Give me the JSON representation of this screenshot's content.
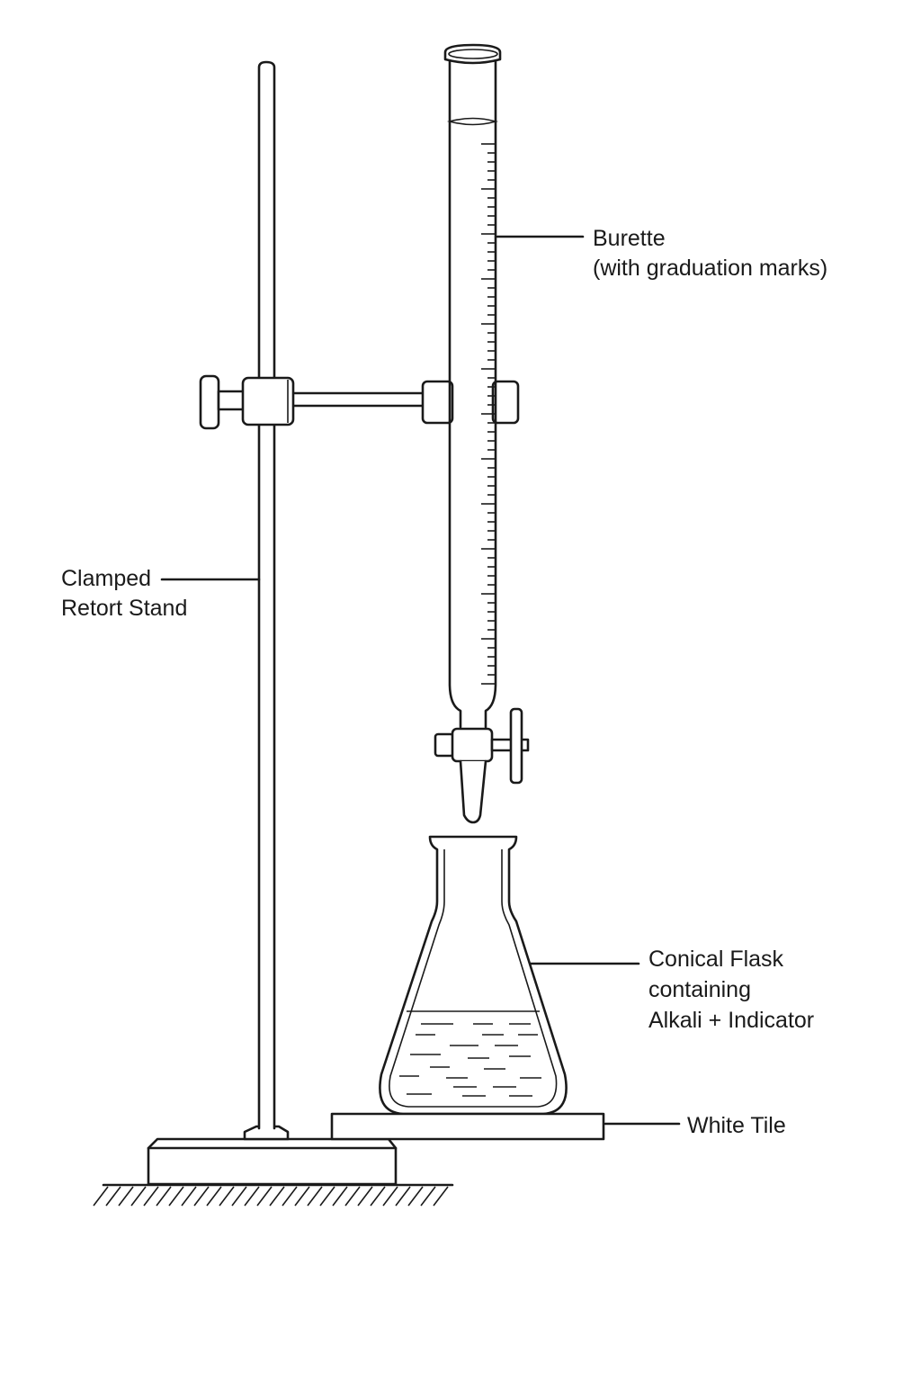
{
  "labels": {
    "burette_line1": "Burette",
    "burette_line2": "(with graduation marks)",
    "stand_line1": "Clamped",
    "stand_line2": "Retort Stand",
    "flask_line1": "Conical Flask",
    "flask_line2": "containing",
    "flask_line3": "Alkali + Indicator",
    "tile": "White Tile"
  },
  "colors": {
    "ink": "#1a1a1a",
    "background": "#ffffff"
  }
}
